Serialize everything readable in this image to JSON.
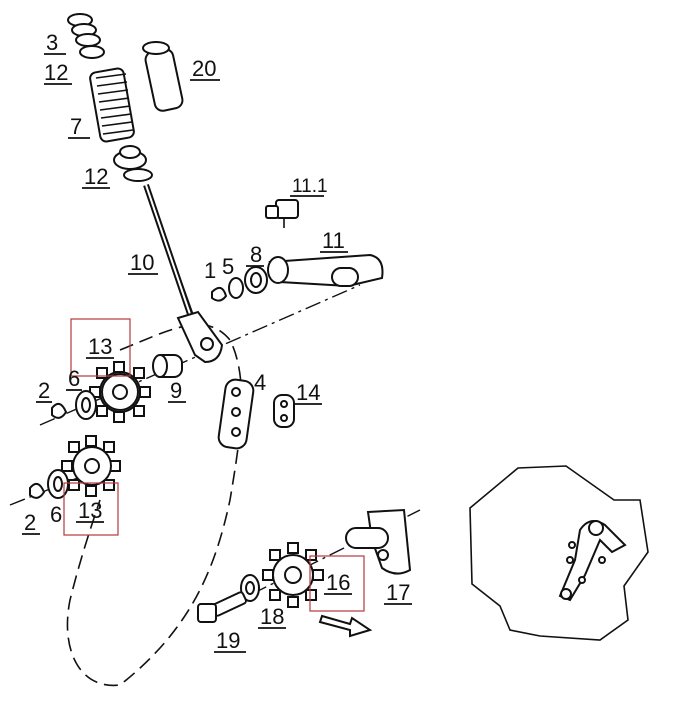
{
  "diagram": {
    "highlight_color": "#b33a3a",
    "callouts": [
      {
        "id": "c3",
        "text": "3"
      },
      {
        "id": "c12a",
        "text": "12"
      },
      {
        "id": "c20",
        "text": "20"
      },
      {
        "id": "c7",
        "text": "7"
      },
      {
        "id": "c12b",
        "text": "12"
      },
      {
        "id": "c11-1",
        "text": "11.1"
      },
      {
        "id": "c11",
        "text": "11"
      },
      {
        "id": "c10",
        "text": "10"
      },
      {
        "id": "c1",
        "text": "1"
      },
      {
        "id": "c5",
        "text": "5"
      },
      {
        "id": "c8",
        "text": "8"
      },
      {
        "id": "c13a",
        "text": "13"
      },
      {
        "id": "c2a",
        "text": "2"
      },
      {
        "id": "c6a",
        "text": "6"
      },
      {
        "id": "c9",
        "text": "9"
      },
      {
        "id": "c4",
        "text": "4"
      },
      {
        "id": "c14",
        "text": "14"
      },
      {
        "id": "c2b",
        "text": "2"
      },
      {
        "id": "c6b",
        "text": "6"
      },
      {
        "id": "c13b",
        "text": "13"
      },
      {
        "id": "c16",
        "text": "16"
      },
      {
        "id": "c17",
        "text": "17"
      },
      {
        "id": "c18",
        "text": "18"
      },
      {
        "id": "c19",
        "text": "19"
      }
    ]
  }
}
